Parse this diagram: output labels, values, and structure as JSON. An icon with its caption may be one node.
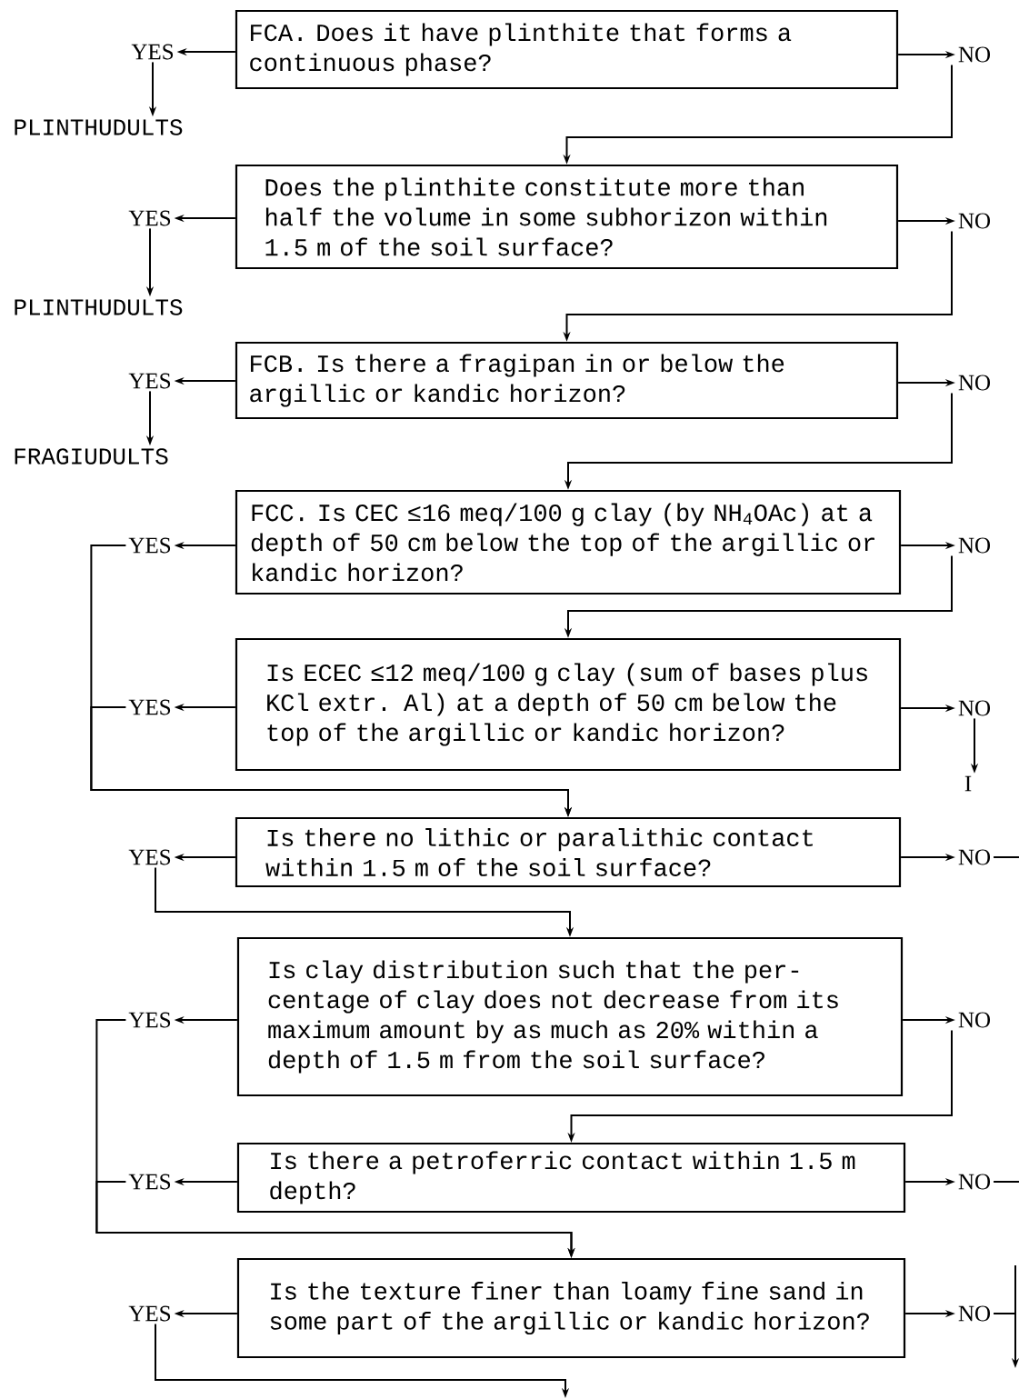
{
  "diagram": {
    "nodes": [
      {
        "text": [
          "FCA. Does it have plinthite that forms a continuous phase?"
        ]
      },
      {
        "text": [
          "YES"
        ]
      },
      {
        "text": [
          "NO"
        ]
      },
      {
        "text": [
          "PLINTHUDULTS"
        ]
      },
      {
        "text": [
          "Does the plinthite constitute more than half the volume in some subhorizon within 1.5 m of the soil surface?"
        ]
      },
      {
        "text": [
          "YES"
        ]
      },
      {
        "text": [
          "NO"
        ]
      },
      {
        "text": [
          "PLINTHUDULTS"
        ]
      },
      {
        "text": [
          "FCB. Is there a fragipan in or below the argillic or kandic horizon?"
        ]
      },
      {
        "text": [
          "YES"
        ]
      },
      {
        "text": [
          "NO"
        ]
      },
      {
        "text": [
          "FRAGIUDULTS"
        ]
      },
      {
        "text": [
          "FCC. Is CEC ≤16 meq/100 g clay (by NH$_{4}$OAc) at a depth of 50 cm below the top of the argillic or kandic horizon?"
        ]
      },
      {
        "text": [
          "YES"
        ]
      },
      {
        "text": [
          "NO"
        ]
      },
      {
        "text": [
          "Is ECEC ≤12 meq/100 g clay (sum of bases plus KCl extr. Al) at a depth of 50 cm below the top of the argillic or kandic horizon?"
        ]
      },
      {
        "text": [
          "YES"
        ]
      },
      {
        "text": [
          "NO"
        ]
      },
      {
        "text": [
          "I"
        ]
      },
      {
        "text": [
          "Is there no lithic or paralithic contact within 1.5 m of the soil surface?"
        ]
      },
      {
        "text": [
          "YES"
        ]
      },
      {
        "text": [
          "NO"
        ]
      },
      {
        "text": [
          "Is clay distribution such that the per-centage of clay does not decrease from its maximum amount by as much as 20% within a depth of 1.5 m from the soil surface?"
        ]
      },
      {
        "text": [
          "YES"
        ]
      },
      {
        "text": [
          "NO"
        ]
      },
      {
        "text": [
          "Is there a petroferric contact within 1.5 m depth?"
        ]
      },
      {
        "text": [
          "YES"
        ]
      },
      {
        "text": [
          "NO"
        ]
      },
      {
        "text": [
          "Is the texture finer than loamy fine sand in some part of the argillic or kandic horizon?"
        ]
      },
      {
        "text": [
          "YES"
        ]
      },
      {
        "text": [
          "NO"
        ]
      }
    ],
    "edges": [
      {
        "from": 0,
        "to": 1,
        "arrow": "to"
      },
      {
        "from": 0,
        "to": 2,
        "arrow": "to"
      },
      {
        "from": 1,
        "to": 3,
        "arrow": "to"
      },
      {
        "from": 2,
        "to": 4,
        "arrow": "to"
      },
      {
        "from": 4,
        "to": 5,
        "arrow": "to"
      },
      {
        "from": 4,
        "to": 6,
        "arrow": "to"
      },
      {
        "from": 5,
        "to": 7,
        "arrow": "to"
      },
      {
        "from": 6,
        "to": 8,
        "arrow": "to"
      },
      {
        "from": 8,
        "to": 9,
        "arrow": "to"
      },
      {
        "from": 8,
        "to": 10,
        "arrow": "to"
      },
      {
        "from": 9,
        "to": 11,
        "arrow": "to"
      },
      {
        "from": 10,
        "to": 12,
        "arrow": "to"
      },
      {
        "from": 12,
        "to": 13,
        "arrow": "to"
      },
      {
        "from": 12,
        "to": 14,
        "arrow": "to"
      },
      {
        "from": 13,
        "to": 19,
        "arrow": "to"
      },
      {
        "from": 14,
        "to": 15,
        "arrow": "to"
      },
      {
        "from": 15,
        "to": 16,
        "arrow": "to"
      },
      {
        "from": 15,
        "to": 17,
        "arrow": "to"
      },
      {
        "from": 16,
        "to": 19,
        "arrow": "to"
      },
      {
        "from": 17,
        "to": 18,
        "arrow": "to"
      },
      {
        "from": 19,
        "to": 20,
        "arrow": "to"
      },
      {
        "from": 19,
        "to": 21,
        "arrow": "to"
      },
      {
        "from": 20,
        "to": 22,
        "arrow": "to"
      },
      {
        "from": 21,
        "to": null,
        "arrow": "none"
      },
      {
        "from": 22,
        "to": 23,
        "arrow": "to"
      },
      {
        "from": 22,
        "to": 24,
        "arrow": "to"
      },
      {
        "from": 23,
        "to": 28,
        "arrow": "to"
      },
      {
        "from": 24,
        "to": 25,
        "arrow": "to"
      },
      {
        "from": 25,
        "to": 26,
        "arrow": "to"
      },
      {
        "from": 25,
        "to": 27,
        "arrow": "to"
      },
      {
        "from": 26,
        "to": 28,
        "arrow": "to"
      },
      {
        "from": 27,
        "to": null,
        "arrow": "none"
      },
      {
        "from": 28,
        "to": 29,
        "arrow": "to"
      },
      {
        "from": 28,
        "to": 30,
        "arrow": "to"
      },
      {
        "from": 29,
        "to": null,
        "arrow": "to"
      },
      {
        "from": 30,
        "to": null,
        "arrow": "to"
      }
    ]
  }
}
